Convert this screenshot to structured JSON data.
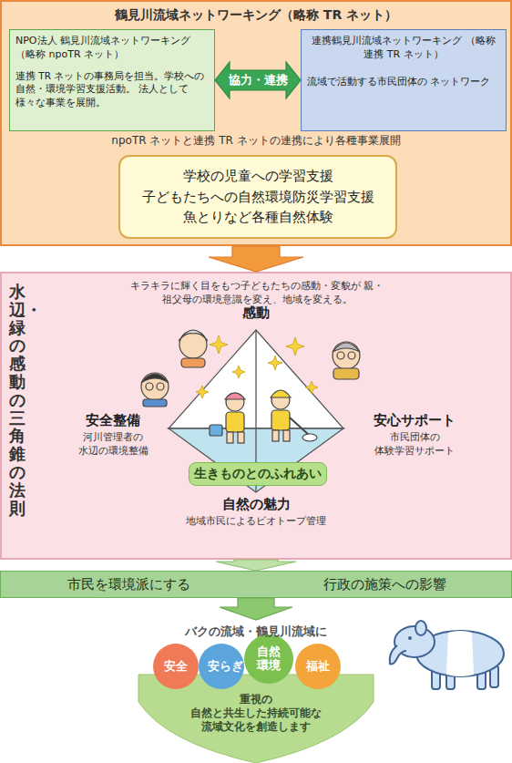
{
  "diagram": {
    "nodes": [
      {
        "text": [
          "鶴見川流域ネットワーキング（略称 TR ネット）"
        ]
      },
      {
        "text": [
          "NPO法人 鶴見川流域ネットワーキング （略称 npoTR ネット）",
          "連携 TR ネットの事務局を担当。学校への 自然・環境学習支援活動。 法人として様々な事業を展開。"
        ],
        "in": 0
      },
      {
        "text": [
          "連携鶴見川流域ネットワーキング （略称連携 TR ネット）",
          "流域で活動する市民団体の ネットワーク"
        ],
        "in": 0
      },
      {
        "text": [
          "学校の児童への学習支援",
          "子どもたちへの自然環境防災学習支援",
          "魚とりなど各種自然体験"
        ],
        "in": 0
      },
      {
        "text": [
          "水辺・緑の感動の三角錐の法則",
          "キラキラに輝く目をもつ子どもたちの感動・変貌が 親・祖父母の環境意識を変え、地域を変える。"
        ]
      },
      {
        "text": [
          "生きものとのふれあい"
        ],
        "in": 4
      },
      {
        "text": [
          "市民を環境派にする",
          "行政の施策への影響"
        ]
      },
      {
        "text": [
          "バクの流域・鶴見川流域に",
          "重視の 自然と共生した持続可能な 流域文化を創造します"
        ]
      },
      {
        "text": [
          "安全"
        ],
        "in": 7
      },
      {
        "text": [
          "安らぎ"
        ],
        "in": 7
      },
      {
        "text": [
          "自然 環境"
        ],
        "in": 7
      },
      {
        "text": [
          "福祉"
        ],
        "in": 7
      }
    ],
    "edges": [
      {
        "from": 1,
        "to": 2,
        "arrow": "both",
        "label": "協力・連携"
      },
      {
        "from": 0,
        "to": 4,
        "arrow": "to"
      },
      {
        "from": 4,
        "to": 6,
        "arrow": "to"
      },
      {
        "from": 6,
        "to": 7,
        "arrow": "to"
      }
    ],
    "labels": [
      "npoTR ネットと連携 TR ネットの連携により各種事業展開",
      "感動",
      "安全整備",
      "河川管理者の 水辺の環境整備",
      "安心サポート",
      "市民団体の 体験学習サポート",
      "自然の魅力",
      "地域市民によるビオトープ管理"
    ]
  }
}
